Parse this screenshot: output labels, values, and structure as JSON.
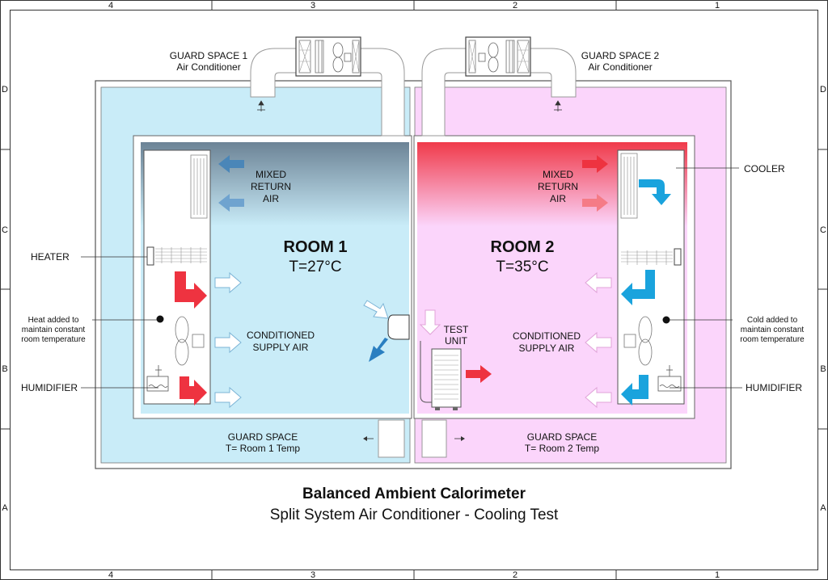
{
  "frame": {
    "columns": [
      "4",
      "3",
      "2",
      "1"
    ],
    "rows": [
      "D",
      "C",
      "B",
      "A"
    ]
  },
  "guard_space_1": {
    "line1": "GUARD SPACE 1",
    "line2": "Air Conditioner"
  },
  "guard_space_2": {
    "line1": "GUARD SPACE 2",
    "line2": "Air Conditioner"
  },
  "room1": {
    "title": "ROOM 1",
    "temp": "T=27°C",
    "mixed_return": [
      "MIXED",
      "RETURN",
      "AIR"
    ],
    "conditioned": [
      "CONDITIONED",
      "SUPPLY AIR"
    ]
  },
  "room2": {
    "title": "ROOM 2",
    "temp": "T=35°C",
    "mixed_return": [
      "MIXED",
      "RETURN",
      "AIR"
    ],
    "conditioned": [
      "CONDITIONED",
      "SUPPLY AIR"
    ],
    "test_unit": [
      "TEST",
      "UNIT"
    ]
  },
  "callouts_left": {
    "heater": "HEATER",
    "heat_note": [
      "Heat added to",
      "maintain constant",
      "room temperature"
    ],
    "humidifier": "HUMIDIFIER"
  },
  "callouts_right": {
    "cooler": "COOLER",
    "cold_note": [
      "Cold added to",
      "maintain constant",
      "room temperature"
    ],
    "humidifier": "HUMIDIFIER"
  },
  "guard_bottom_1": {
    "line1": "GUARD SPACE",
    "line2": "T= Room 1 Temp"
  },
  "guard_bottom_2": {
    "line1": "GUARD SPACE",
    "line2": "T= Room 2 Temp"
  },
  "title": {
    "main": "Balanced Ambient Calorimeter",
    "sub": "Split System Air Conditioner - Cooling Test"
  },
  "colors": {
    "guard1_fill": "#c9ecf8",
    "guard2_fill": "#fbd5fb",
    "hot_arrow": "#ee3340",
    "cold_arrow": "#1aa3dd",
    "return_arrow_blue": "#4a86b8"
  }
}
